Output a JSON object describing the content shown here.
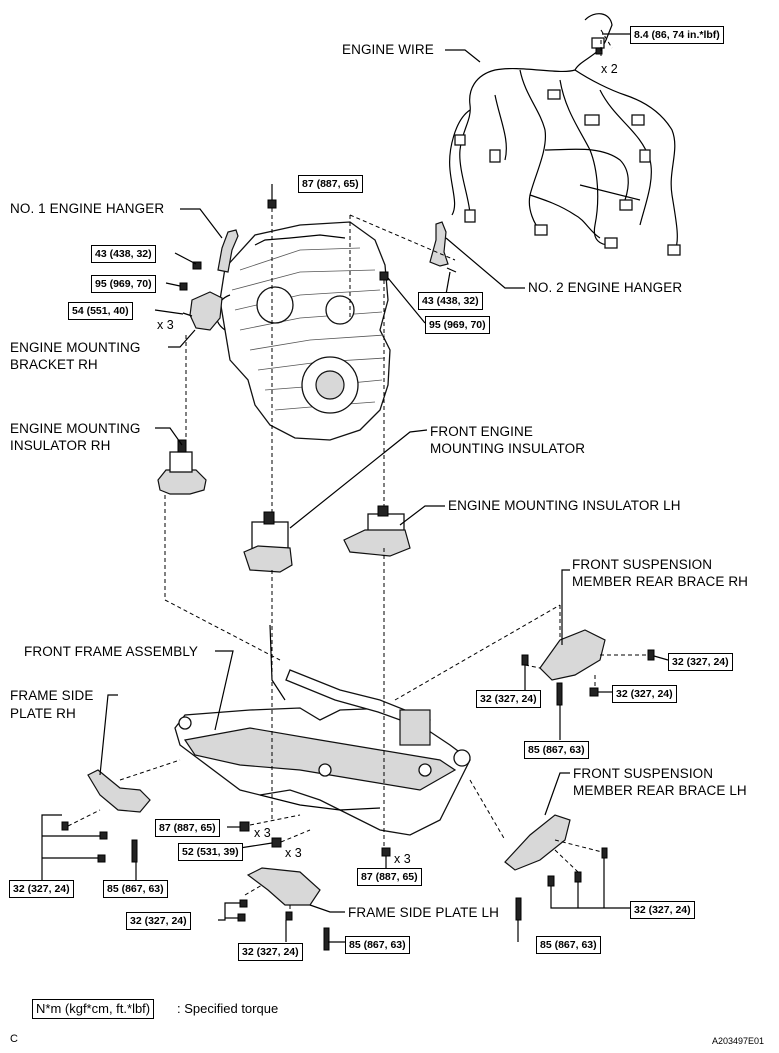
{
  "parts": {
    "engine_wire": "ENGINE WIRE",
    "no1_engine_hanger": "NO. 1 ENGINE HANGER",
    "no2_engine_hanger": "NO. 2 ENGINE HANGER",
    "engine_mounting_bracket_rh_l1": "ENGINE MOUNTING",
    "engine_mounting_bracket_rh_l2": "BRACKET RH",
    "engine_mounting_insulator_rh_l1": "ENGINE MOUNTING",
    "engine_mounting_insulator_rh_l2": "INSULATOR RH",
    "front_engine_mounting_insulator_l1": "FRONT ENGINE",
    "front_engine_mounting_insulator_l2": "MOUNTING INSULATOR",
    "engine_mounting_insulator_lh": "ENGINE MOUNTING INSULATOR LH",
    "front_suspension_member_rear_brace_rh_l1": "FRONT SUSPENSION",
    "front_suspension_member_rear_brace_rh_l2": "MEMBER REAR BRACE RH",
    "front_frame_assembly": "FRONT FRAME ASSEMBLY",
    "frame_side_plate_rh_l1": "FRAME SIDE",
    "frame_side_plate_rh_l2": "PLATE RH",
    "front_suspension_member_rear_brace_lh_l1": "FRONT SUSPENSION",
    "front_suspension_member_rear_brace_lh_l2": "MEMBER REAR BRACE LH",
    "frame_side_plate_lh": "FRAME SIDE PLATE LH"
  },
  "torques": {
    "t_8_4": "8.4 (86, 74 in.*lbf)",
    "t_87_top": "87 (887, 65)",
    "t_43_left": "43 (438, 32)",
    "t_95_left": "95 (969, 70)",
    "t_54": "54 (551, 40)",
    "t_43_right": "43 (438, 32)",
    "t_95_right": "95 (969, 70)",
    "t_32_brace_rh_right": "32 (327, 24)",
    "t_32_brace_rh_left": "32 (327, 24)",
    "t_32_brace_rh_lower": "32 (327, 24)",
    "t_85_brace_rh": "85 (867, 63)",
    "t_87_mid": "87 (887, 65)",
    "t_52": "52 (531, 39)",
    "t_87_lower": "87 (887, 65)",
    "t_32_plate_rh": "32 (327, 24)",
    "t_85_plate_rh": "85 (867, 63)",
    "t_32_plate_lh_a": "32 (327, 24)",
    "t_32_plate_lh_b": "32 (327, 24)",
    "t_85_plate_lh": "85 (867, 63)",
    "t_32_brace_lh": "32 (327, 24)",
    "t_85_brace_lh": "85 (867, 63)"
  },
  "multipliers": {
    "x2_wire": "x 2",
    "x3_bracket": "x 3",
    "x3_87_mid": "x 3",
    "x3_52": "x 3",
    "x3_87_lower": "x 3"
  },
  "legend": {
    "unit_box": "N*m (kgf*cm, ft.*lbf)",
    "text": ": Specified torque"
  },
  "footer": {
    "letter": "C",
    "figure_id": "A203497E01"
  }
}
